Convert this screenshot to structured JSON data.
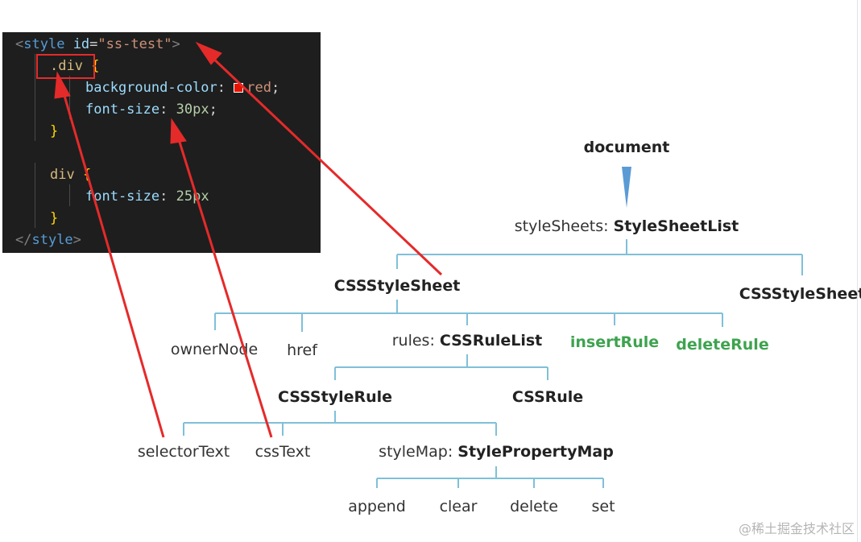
{
  "code": {
    "line1": {
      "open": "<",
      "tag": "style",
      "attr": "id",
      "eq": "=",
      "value": "\"ss-test\"",
      "close": ">"
    },
    "line2": {
      "selector": ".div",
      "brace": "{"
    },
    "line3": {
      "prop": "background-color",
      "colon": ":",
      "value": "red",
      "semi": ";",
      "swatch_color": "#e51400"
    },
    "line4": {
      "prop": "font-size",
      "colon": ":",
      "value": "30px",
      "semi": ";"
    },
    "line5": {
      "brace": "}"
    },
    "line6": {
      "selector": "div",
      "brace": "{"
    },
    "line7": {
      "prop": "font-size",
      "colon": ":",
      "value": "25px"
    },
    "line8": {
      "brace": "}"
    },
    "line9": {
      "open": "</",
      "tag": "style",
      "close": ">"
    }
  },
  "tree": {
    "document": "document",
    "stylesheets_prefix": "styleSheets:",
    "stylesheets_type": "StyleSheetList",
    "cssstylesheet_1": "CSSStyleSheet",
    "cssstylesheet_2": "CSSStyleSheet",
    "owner_node": "ownerNode",
    "href": "href",
    "rules_prefix": "rules:",
    "rules_type": "CSSRuleList",
    "insert_rule": "insertRule",
    "delete_rule": "deleteRule",
    "cssstylerule": "CSSStyleRule",
    "cssrule": "CSSRule",
    "selector_text": "selectorText",
    "css_text": "cssText",
    "stylemap_prefix": "styleMap:",
    "stylemap_type": "StylePropertyMap",
    "append": "append",
    "clear": "clear",
    "delete": "delete",
    "set": "set"
  },
  "watermark": "@稀土掘金技术社区",
  "colors": {
    "tree_line": "#7fc0d8",
    "document_arrow": "#5b9bd5",
    "arrow": "#e52a2a",
    "method_green": "#3ea34f"
  }
}
